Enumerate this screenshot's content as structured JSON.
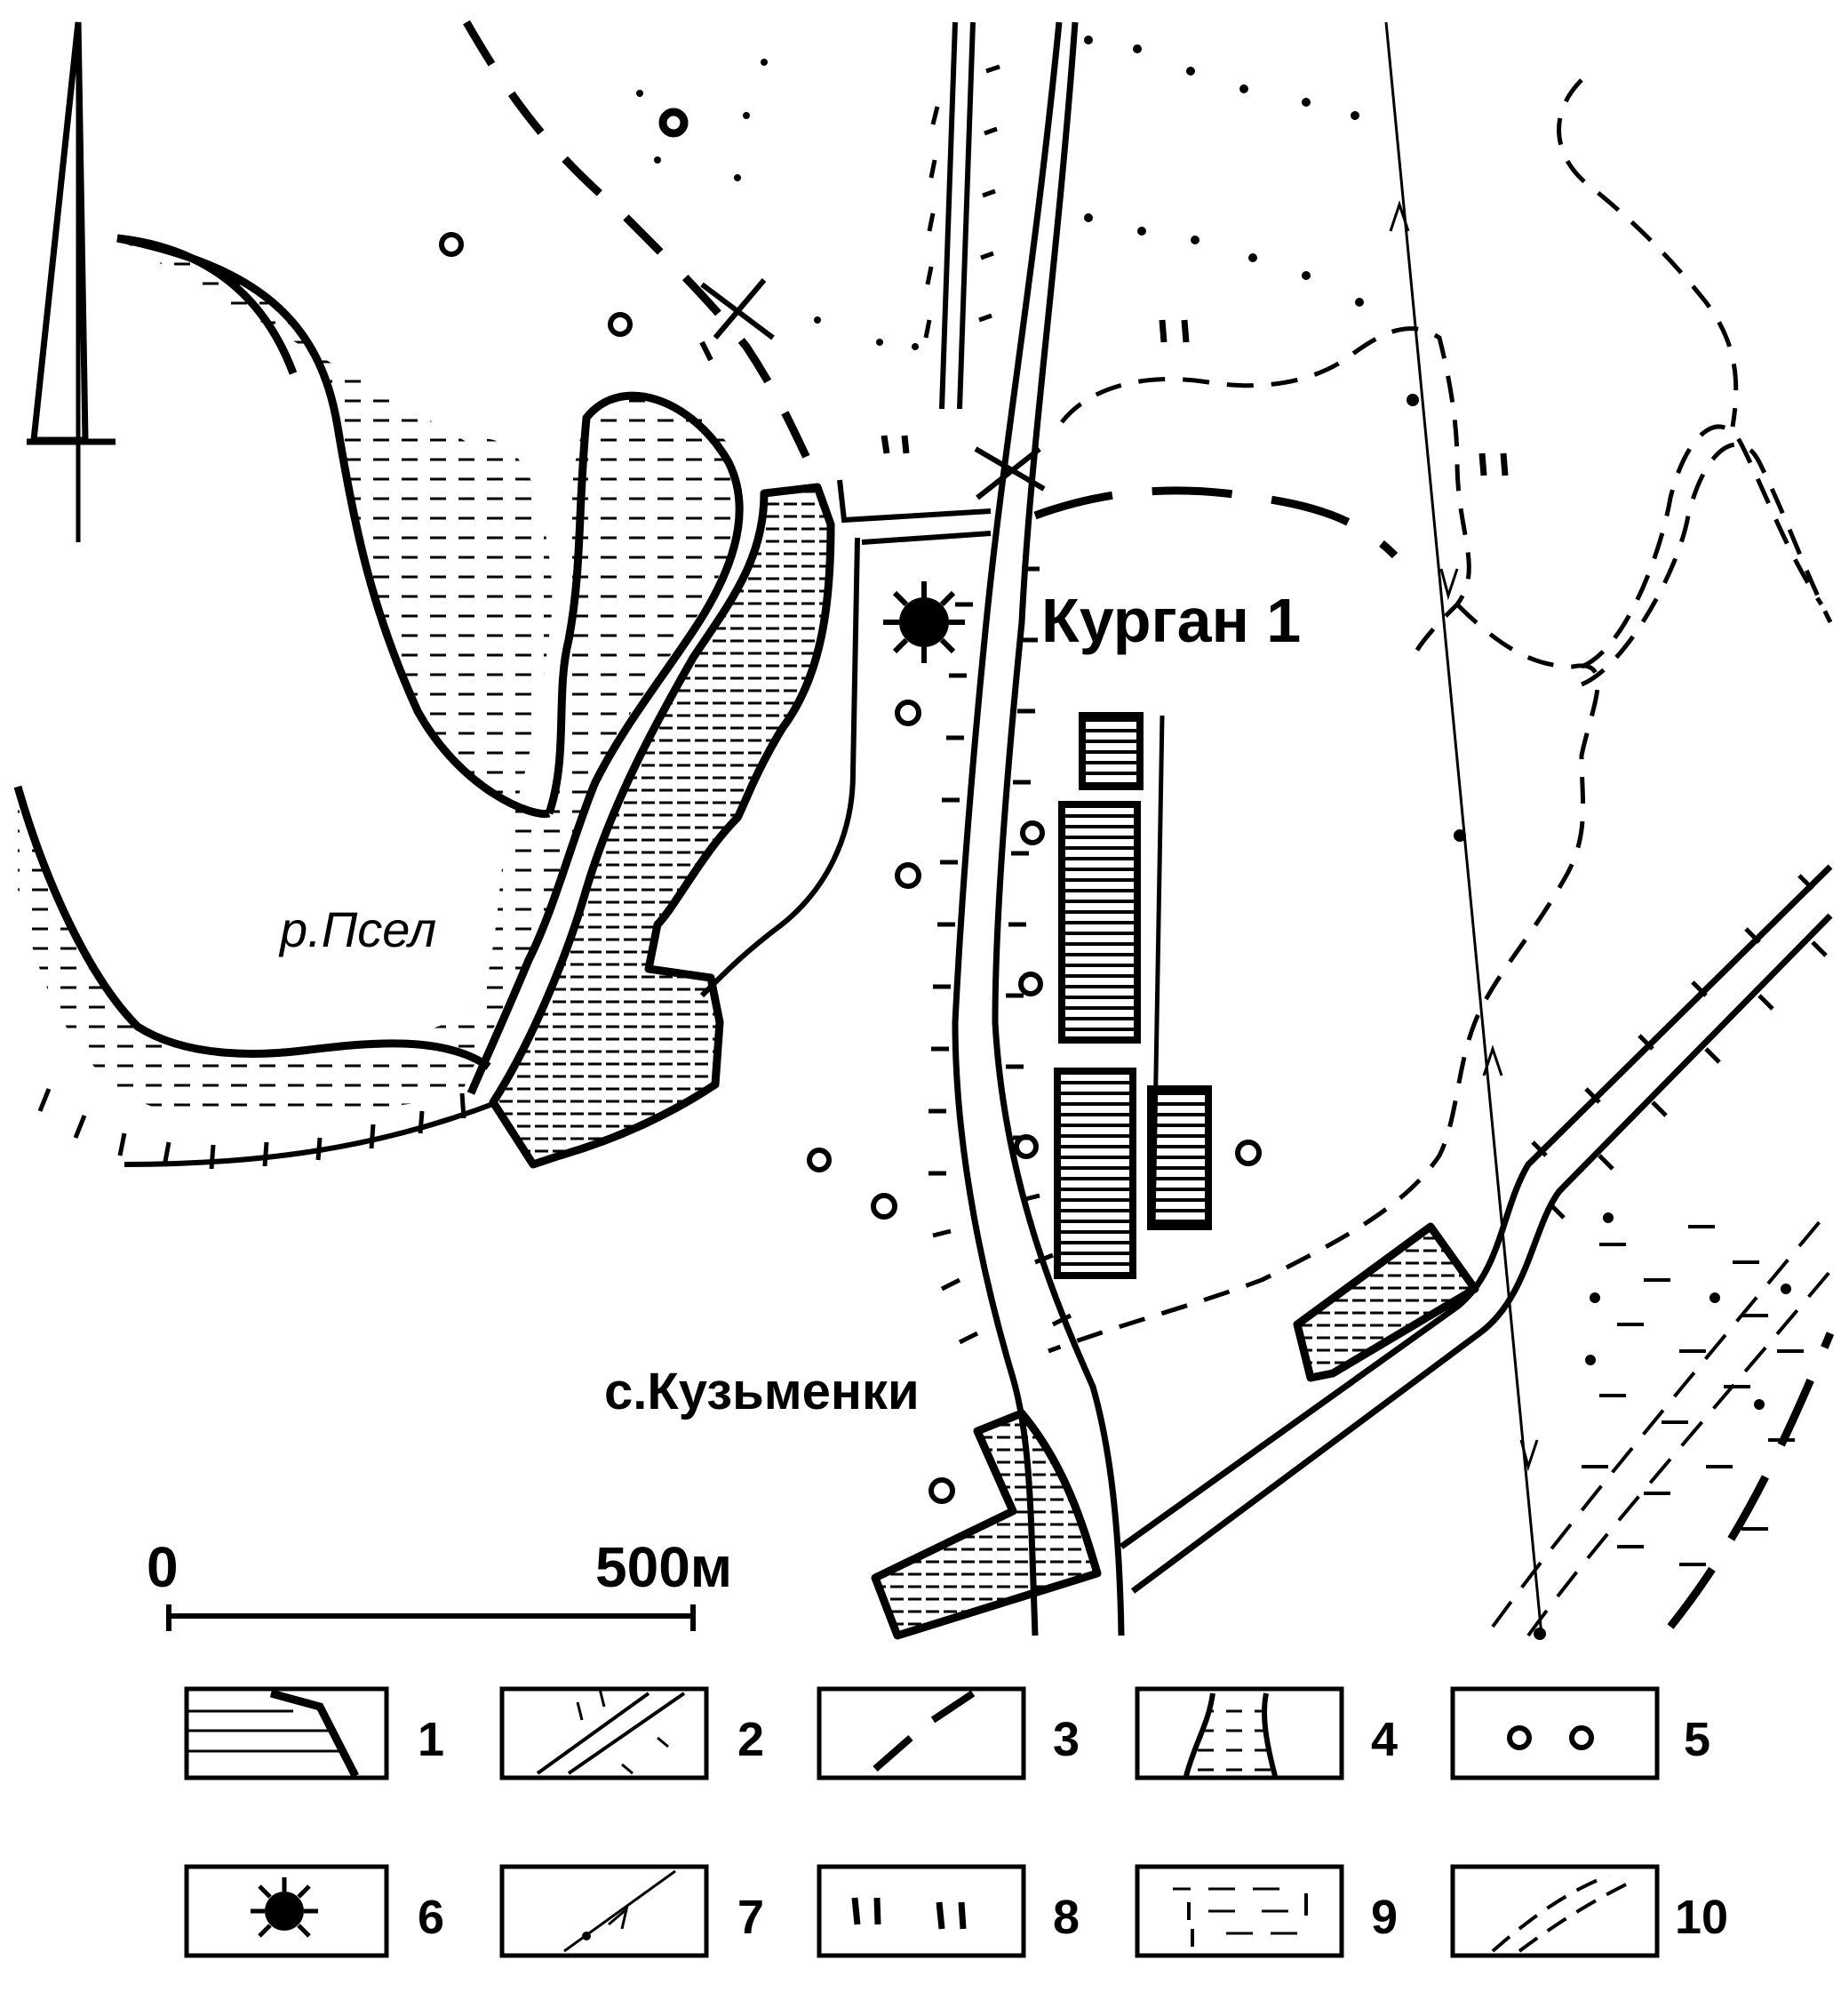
{
  "labels": {
    "kurgan": "Курган 1",
    "river": "р.Псел",
    "village": "с.Кузьменки",
    "scale_zero": "0",
    "scale_end": "500м"
  },
  "legend": [
    {
      "number": "1",
      "symbol": "settlement-hatched-area"
    },
    {
      "number": "2",
      "symbol": "ravine-slope-road"
    },
    {
      "number": "3",
      "symbol": "bold-dashed-line"
    },
    {
      "number": "4",
      "symbol": "river-water"
    },
    {
      "number": "5",
      "symbol": "circles"
    },
    {
      "number": "6",
      "symbol": "kurgan-mound"
    },
    {
      "number": "7",
      "symbol": "arrow-line"
    },
    {
      "number": "8",
      "symbol": "grass-ticks"
    },
    {
      "number": "9",
      "symbol": "marsh-dashes"
    },
    {
      "number": "10",
      "symbol": "double-dashed-road"
    }
  ],
  "colors": {
    "ink": "#000000",
    "paper": "#ffffff"
  }
}
